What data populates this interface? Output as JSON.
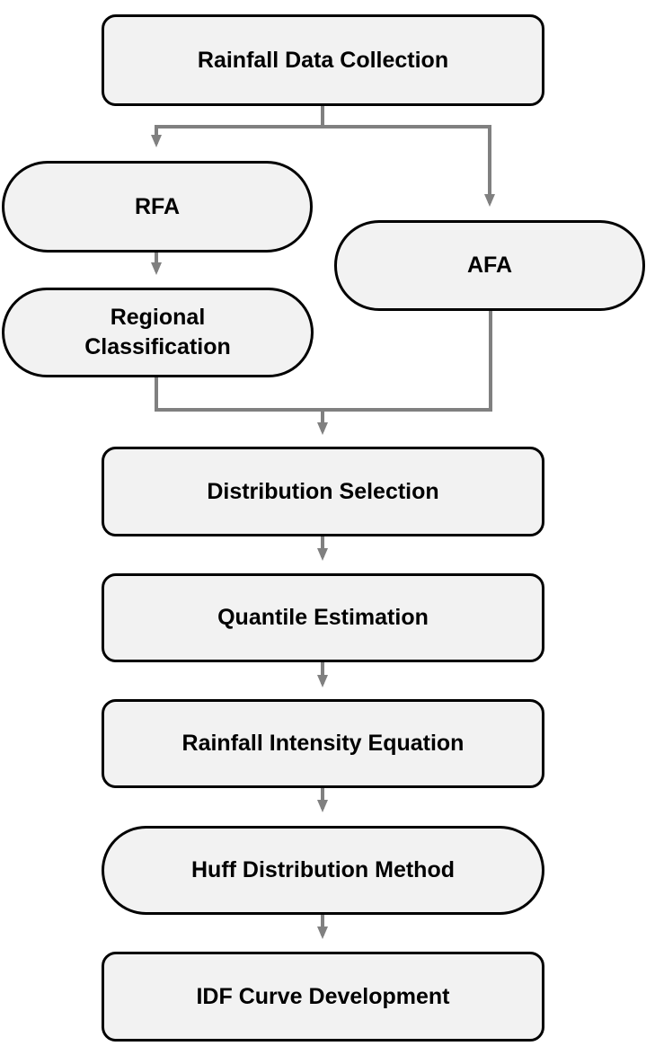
{
  "diagram": {
    "type": "flowchart",
    "colors": {
      "node_fill": "#f2f2f2",
      "node_border": "#000000",
      "connector": "#808080",
      "text": "#000000"
    },
    "nodes": {
      "rainfall_data_collection": "Rainfall Data Collection",
      "rfa": "RFA",
      "afa": "AFA",
      "regional_classification": "Regional\nClassification",
      "distribution_selection": "Distribution Selection",
      "quantile_estimation": "Quantile Estimation",
      "rainfall_intensity_equation": "Rainfall Intensity Equation",
      "huff_distribution_method": "Huff Distribution Method",
      "idf_curve_development": "IDF Curve Development"
    },
    "edges": [
      {
        "from": "rainfall_data_collection",
        "to": "rfa"
      },
      {
        "from": "rainfall_data_collection",
        "to": "afa"
      },
      {
        "from": "rfa",
        "to": "regional_classification"
      },
      {
        "from": "regional_classification",
        "to": "distribution_selection"
      },
      {
        "from": "afa",
        "to": "distribution_selection"
      },
      {
        "from": "distribution_selection",
        "to": "quantile_estimation"
      },
      {
        "from": "quantile_estimation",
        "to": "rainfall_intensity_equation"
      },
      {
        "from": "rainfall_intensity_equation",
        "to": "huff_distribution_method"
      },
      {
        "from": "huff_distribution_method",
        "to": "idf_curve_development"
      }
    ]
  }
}
